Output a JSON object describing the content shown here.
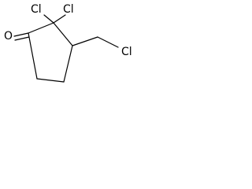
{
  "molecule": {
    "atoms": {
      "carbonyl_oxygen": "O",
      "chlorine_1": "Cl",
      "chlorine_2": "Cl",
      "chlorine_3": "Cl"
    },
    "colors": {
      "bond": "#000000",
      "label": "#000000",
      "background": "#ffffff"
    }
  }
}
